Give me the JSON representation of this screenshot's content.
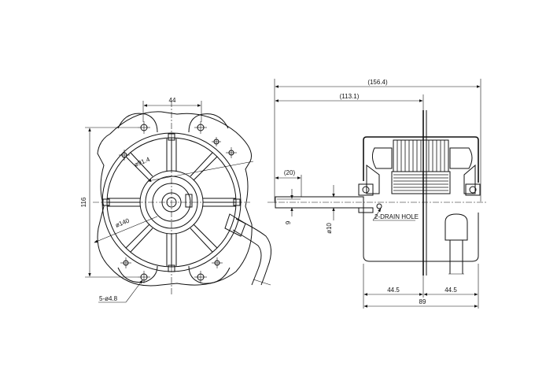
{
  "front_view": {
    "width_dim": "44",
    "height_dim": "116",
    "circle_dim_1": "ø91.4",
    "circle_dim_2": "ø140",
    "holes_note": "5-ø4.8"
  },
  "side_view": {
    "total_length": "(156.4)",
    "flange_length": "(113.1)",
    "shaft_extension": "(20)",
    "shaft_flat": "9",
    "shaft_diameter": "ø10",
    "drain_note": "2-DRAIN HOLE",
    "body_half_left": "44.5",
    "body_half_right": "44.5",
    "body_length": "89"
  }
}
